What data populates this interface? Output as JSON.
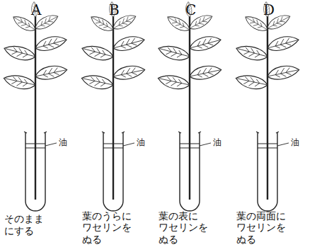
{
  "diagram": {
    "labels": [
      "A",
      "B",
      "C",
      "D",
      "油",
      "油",
      "油",
      "油",
      "そのまま にする",
      "葉のうらに ワセリンを ぬる",
      "葉の表に ワセリンを ぬる",
      "葉の両面に ワセリンを ぬる"
    ]
  }
}
